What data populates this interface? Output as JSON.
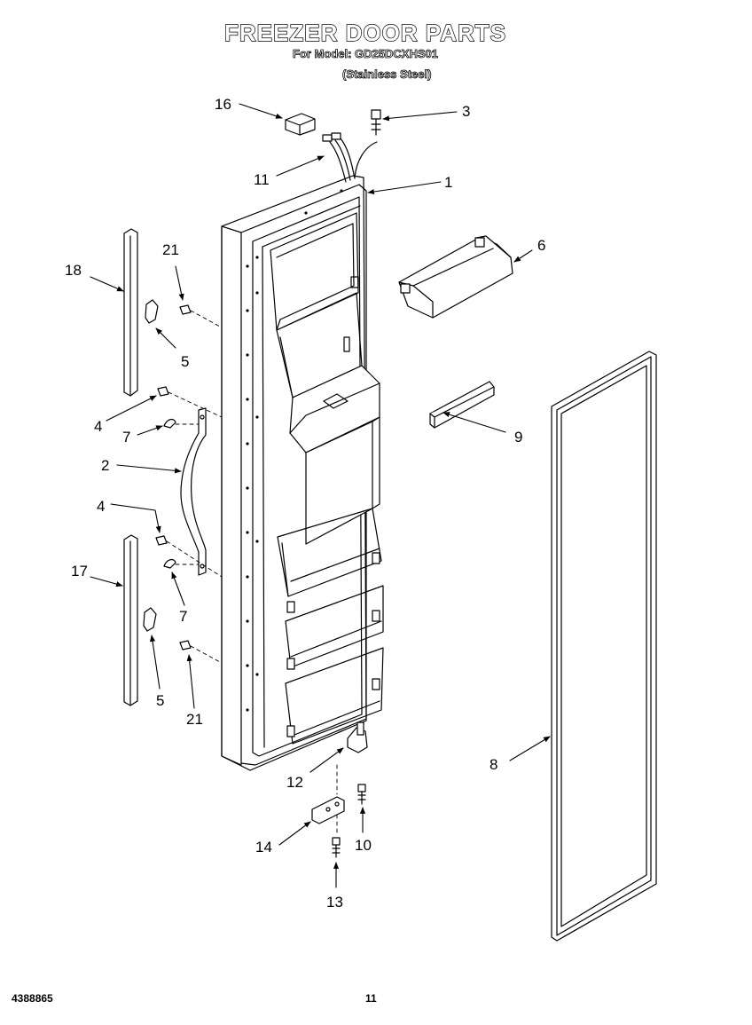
{
  "header": {
    "title": "FREEZER DOOR PARTS",
    "model_line": "For Model: GD25DCXHS01",
    "variant": "(Stainless Steel)"
  },
  "footer": {
    "doc_number": "4388865",
    "page_number": "11"
  },
  "callouts": {
    "c1": "1",
    "c2": "2",
    "c3": "3",
    "c4a": "4",
    "c4b": "4",
    "c5a": "5",
    "c5b": "5",
    "c6": "6",
    "c7a": "7",
    "c7b": "7",
    "c8": "8",
    "c9": "9",
    "c10": "10",
    "c11": "11",
    "c12": "12",
    "c13": "13",
    "c14": "14",
    "c16": "16",
    "c17": "17",
    "c18": "18",
    "c21a": "21",
    "c21b": "21"
  }
}
